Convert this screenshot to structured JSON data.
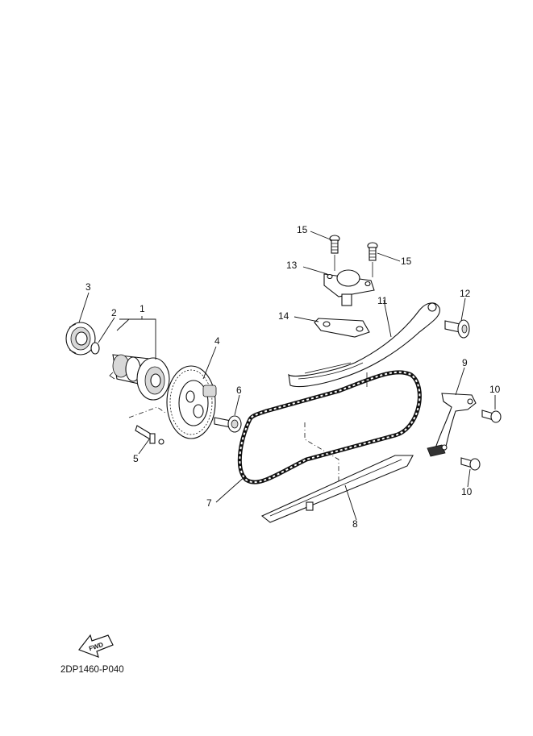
{
  "diagram": {
    "drawing_code": "2DP1460-P040",
    "fwd_label": "FWD",
    "callouts": [
      {
        "id": "c1",
        "text": "1"
      },
      {
        "id": "c2",
        "text": "2"
      },
      {
        "id": "c3",
        "text": "3"
      },
      {
        "id": "c4",
        "text": "4"
      },
      {
        "id": "c5",
        "text": "5"
      },
      {
        "id": "c6",
        "text": "6"
      },
      {
        "id": "c7",
        "text": "7"
      },
      {
        "id": "c8",
        "text": "8"
      },
      {
        "id": "c9",
        "text": "9"
      },
      {
        "id": "c10a",
        "text": "10"
      },
      {
        "id": "c10b",
        "text": "10"
      },
      {
        "id": "c11",
        "text": "11"
      },
      {
        "id": "c12",
        "text": "12"
      },
      {
        "id": "c13",
        "text": "13"
      },
      {
        "id": "c14",
        "text": "14"
      },
      {
        "id": "c15a",
        "text": "15"
      },
      {
        "id": "c15b",
        "text": "15"
      }
    ]
  }
}
